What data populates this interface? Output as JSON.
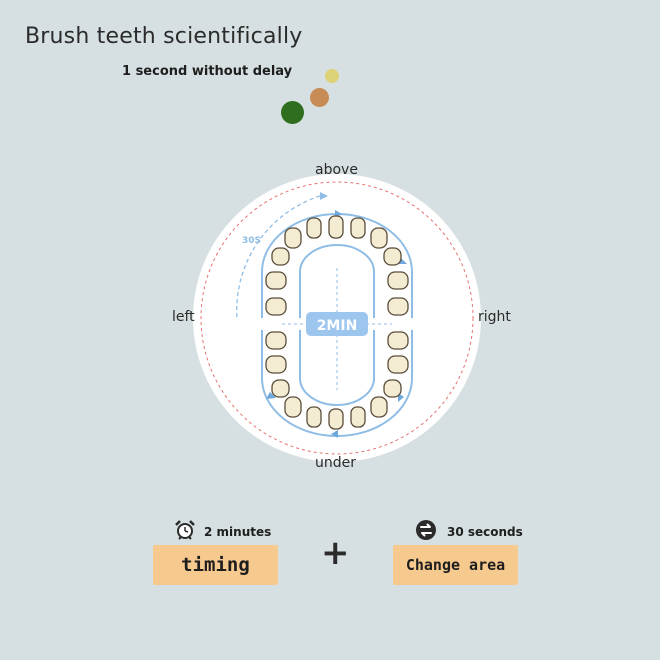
{
  "header": {
    "title": "Brush  teeth scientifically",
    "subtitle": "1 second without delay"
  },
  "diagram": {
    "directions": {
      "above": "above",
      "under": "under",
      "left": "left",
      "right": "right"
    },
    "center_badge": "2MIN",
    "segment_label": "30S"
  },
  "bottom": {
    "timing_caption": "2 minutes",
    "timing_button": "timing",
    "plus": "+",
    "change_caption": "30 seconds",
    "change_button": "Change area"
  },
  "colors": {
    "background": "#d6e0e2",
    "accent_blue": "#6fa8dc",
    "button": "#f6c98e",
    "dashed_ring": "#e57373",
    "tooth": "#f4ecd2"
  },
  "icons": {
    "alarm": "alarm-clock-icon",
    "swap": "swap-arrows-icon"
  }
}
